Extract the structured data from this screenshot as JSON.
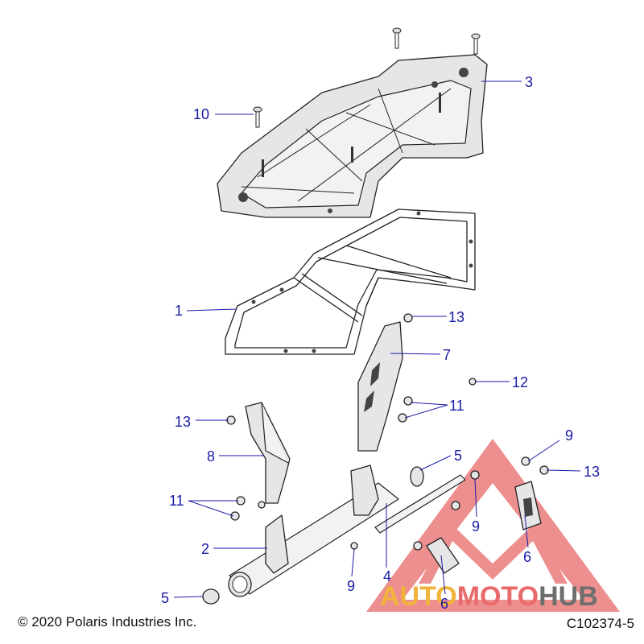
{
  "footer": {
    "copyright": "© 2020 Polaris Industries Inc.",
    "drawing_id": "C102374-5"
  },
  "callouts": {
    "c1": "1",
    "c2": "2",
    "c3": "3",
    "c4": "4",
    "c5a": "5",
    "c5b": "5",
    "c6a": "6",
    "c6b": "6",
    "c7": "7",
    "c8": "8",
    "c9a": "9",
    "c9b": "9",
    "c9c": "9",
    "c10": "10",
    "c11a": "11",
    "c11b": "11",
    "c12": "12",
    "c13a": "13",
    "c13b": "13",
    "c13c": "13"
  },
  "watermark": {
    "part1": "AUTO",
    "part2": "MOTO",
    "part3": "HUB",
    "colors": {
      "auto": "#f0b43a",
      "moto": "#e86a6a",
      "hub": "#6e6e6e",
      "triangle": "#e86a6a"
    }
  },
  "colors": {
    "callout_text": "#1a1aa8",
    "line_art": "#222222"
  }
}
